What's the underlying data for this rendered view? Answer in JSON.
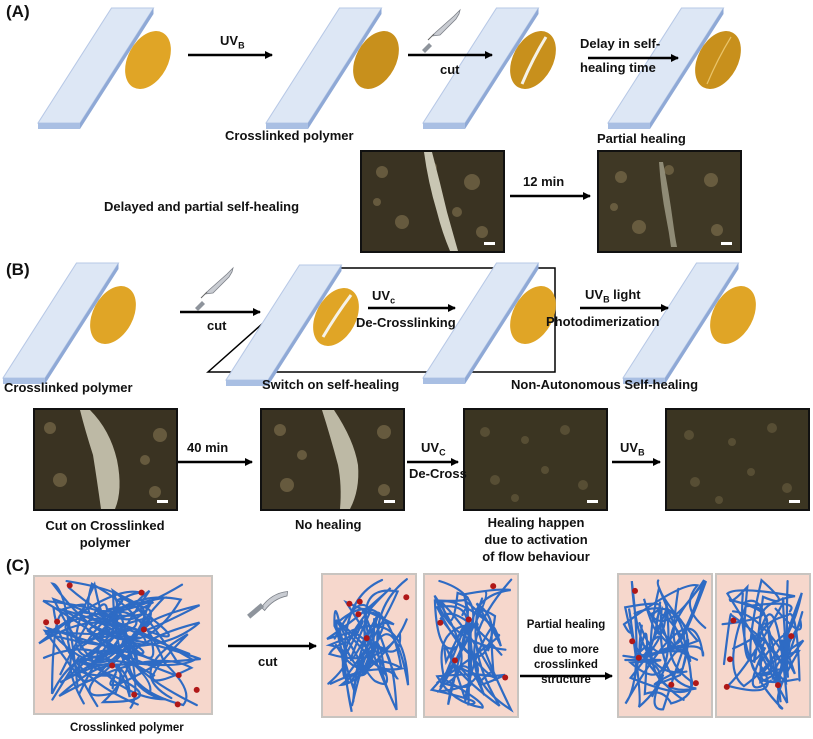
{
  "colors": {
    "glass_top": "#dde7f5",
    "glass_side": "#a9bfe3",
    "polymer": "#e0a526",
    "network_strand": "#2e6bc4",
    "crosslink_dot": "#b01818",
    "network_bg": "#f6d7cc",
    "micro_bg": "#3a3322"
  },
  "panel_a": {
    "label": "(A)",
    "arrow1_label": "UV",
    "arrow1_sub": "B",
    "arrow2_label": "cut",
    "arrow3_label_line1": "Delay in self-",
    "arrow3_label_line2": "healing time",
    "caption_crosslinked": "Crosslinked polymer",
    "caption_partial": "Partial healing",
    "caption_delayed": "Delayed and partial self-healing",
    "micro_arrow_label": "12 min"
  },
  "panel_b": {
    "label": "(B)",
    "arrow_cut_label": "cut",
    "arrow_uvc_label": "UV",
    "arrow_uvc_sub": "c",
    "arrow_uvc_label2": "De-Crosslinking",
    "arrow_uvb_label": "UV",
    "arrow_uvb_sub": "B",
    "arrow_uvb_light": " light",
    "arrow_uvb_label2": "Photodimerization",
    "caption_crosslinked": "Crosslinked polymer",
    "caption_switch": "Switch on self-healing",
    "caption_nonauto": "Non-Autonomous Self-healing",
    "micro_arrow1_label": "40 min",
    "micro_arrow2_label": "UV",
    "micro_arrow2_sub": "C",
    "micro_arrow2_label2": "De-Cross",
    "micro_arrow3_label": "UV",
    "micro_arrow3_sub": "B",
    "micro_caption1_line1": "Cut on Crosslinked",
    "micro_caption1_line2": "polymer",
    "micro_caption2": "No healing",
    "micro_caption3_line1": "Healing happen",
    "micro_caption3_line2": "due to activation",
    "micro_caption3_line3": "of flow behaviour"
  },
  "panel_c": {
    "label": "(C)",
    "arrow1_label": "cut",
    "arrow2_label_line1": "Partial healing",
    "arrow2_label_line2": "due to more",
    "arrow2_label_line3": "crosslinked",
    "arrow2_label_line4": "structure",
    "caption_crosslinked": "Crosslinked polymer"
  }
}
